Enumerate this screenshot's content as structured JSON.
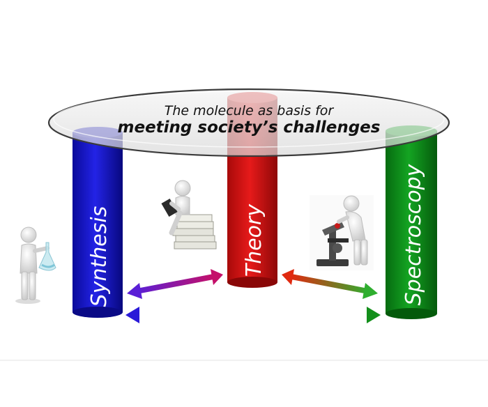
{
  "title": {
    "line1": "The molecule as basis for",
    "line2": "meeting society’s challenges"
  },
  "pillars": [
    {
      "id": "synthesis",
      "label": "Synthesis",
      "color": "#1414c8"
    },
    {
      "id": "theory",
      "label": "Theory",
      "color": "#d40f0f"
    },
    {
      "id": "spectroscopy",
      "label": "Spectroscopy",
      "color": "#0f8c1a"
    }
  ],
  "figures": [
    {
      "id": "chemist",
      "icon": "person-with-flask-icon"
    },
    {
      "id": "reader",
      "icon": "person-reading-on-books-icon"
    },
    {
      "id": "microscopist",
      "icon": "person-at-microscope-icon"
    }
  ],
  "arrows": [
    {
      "from": "synthesis",
      "to": "theory",
      "colors": [
        "#5a1fd6",
        "#c4106a"
      ]
    },
    {
      "from": "spectroscopy",
      "to": "theory",
      "colors": [
        "#2fae2f",
        "#e02a10"
      ]
    },
    {
      "from": "synthesis",
      "to": "spectroscopy",
      "colors": [
        "#2a1ad8",
        "#138f1b"
      ]
    }
  ]
}
